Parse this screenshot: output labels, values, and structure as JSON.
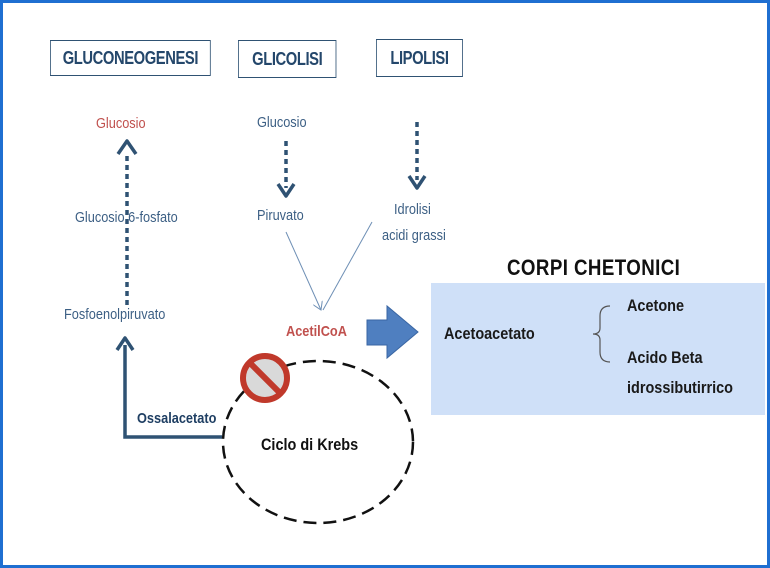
{
  "headers": {
    "gluconeogenesis": "GLUCONEOGENESI",
    "glycolysis": "GLICOLISI",
    "lipolysis": "LIPOLISI"
  },
  "gluconeogenesis": {
    "glucose": "Glucosio",
    "g6p": "Glucosio 6-fosfato",
    "pep": "Fosfoenolpiruvato",
    "oxaloacetate": "Ossalacetato"
  },
  "glycolysis": {
    "glucose": "Glucosio",
    "pyruvate": "Piruvato"
  },
  "lipolysis": {
    "line1": "Idrolisi",
    "line2": "acidi grassi"
  },
  "center": {
    "acetyl_coa": "AcetilCoA",
    "krebs": "Ciclo di Krebs"
  },
  "ketone_bodies": {
    "title": "CORPI CHETONICI",
    "acetoacetate": "Acetoacetato",
    "acetone": "Acetone",
    "beta_line1": "Acido Beta",
    "beta_line2": "idrossibutirrico"
  },
  "icons": {
    "prohibition": "no-entry-icon"
  },
  "colors": {
    "frame": "#1f6fd1",
    "text_blue": "#3c5f84",
    "text_red": "#c0504d",
    "arrow": "#2f5273",
    "panel": "#cfe0f8",
    "big_arrow": "#4f7fc0",
    "prohibition": "#c0392b"
  }
}
